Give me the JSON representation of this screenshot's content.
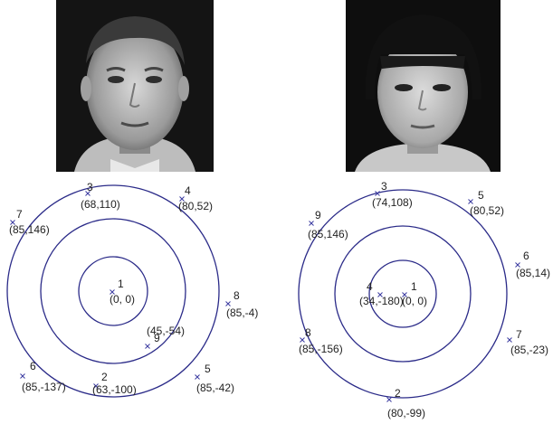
{
  "left_face": {
    "points": [
      {
        "num": "1",
        "coord": "(0, 0)"
      },
      {
        "num": "2",
        "coord": "(63,-100)"
      },
      {
        "num": "3",
        "coord": "(68,110)"
      },
      {
        "num": "4",
        "coord": "(80,52)"
      },
      {
        "num": "5",
        "coord": "(85,-42)"
      },
      {
        "num": "6",
        "coord": "(85,-137)"
      },
      {
        "num": "7",
        "coord": "(85,146)"
      },
      {
        "num": "8",
        "coord": "(85,-4)"
      },
      {
        "num": "9",
        "coord": "(45,-54)"
      }
    ]
  },
  "right_face": {
    "points": [
      {
        "num": "1",
        "coord": "(0, 0)"
      },
      {
        "num": "2",
        "coord": "(80,-99)"
      },
      {
        "num": "3",
        "coord": "(74,108)"
      },
      {
        "num": "4",
        "coord": "(34,-180)"
      },
      {
        "num": "5",
        "coord": "(80,52)"
      },
      {
        "num": "6",
        "coord": "(85,14)"
      },
      {
        "num": "7",
        "coord": "(85,-23)"
      },
      {
        "num": "8",
        "coord": "(85,-156)"
      },
      {
        "num": "9",
        "coord": "(85,146)"
      }
    ]
  },
  "colors": {
    "ring": "#2a2a88",
    "marker": "#3a3aa0"
  }
}
